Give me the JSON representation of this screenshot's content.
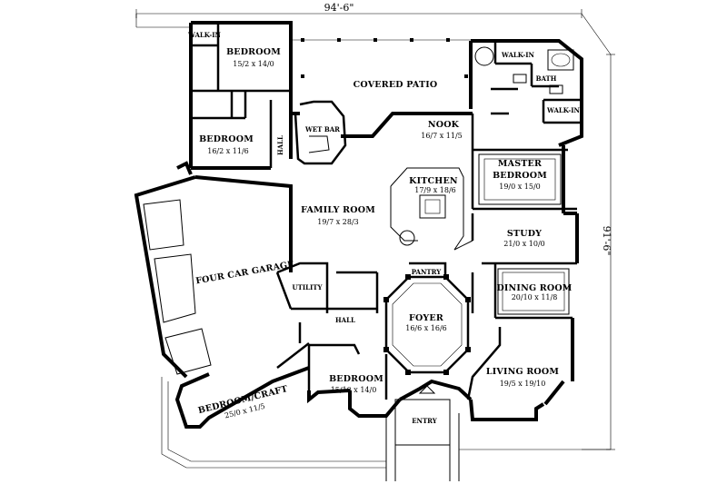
{
  "dimensions": {
    "overall_width": "94'-6\"",
    "overall_depth": "91'-6\""
  },
  "rooms": {
    "bedroom_top": {
      "name": "BEDROOM",
      "size": "15/2  x 14/0"
    },
    "walk_in_top_left": {
      "name": "WALK-IN"
    },
    "bedroom_left": {
      "name": "BEDROOM",
      "size": "16/2  x 11/6"
    },
    "hall_left": {
      "name": "HALL"
    },
    "covered_patio": {
      "name": "COVERED PATIO"
    },
    "wet_bar": {
      "name": "WET BAR"
    },
    "nook": {
      "name": "NOOK",
      "size": "16/7  x 11/5"
    },
    "walk_in_master_top": {
      "name": "WALK-IN"
    },
    "bath": {
      "name": "BATH"
    },
    "walk_in_master_side": {
      "name": "WALK-IN"
    },
    "master_bedroom": {
      "name_line1": "MASTER",
      "name_line2": "BEDROOM",
      "size": "19/0  x 15/0"
    },
    "kitchen": {
      "name": "KITCHEN",
      "size": "17/9  x 18/6"
    },
    "family_room": {
      "name": "FAMILY ROOM",
      "size": "19/7  x 28/3"
    },
    "study": {
      "name": "STUDY",
      "size": "21/0  x 10/0"
    },
    "four_car_garage": {
      "name": "FOUR CAR GARAGE"
    },
    "utility": {
      "name": "UTILITY"
    },
    "pantry": {
      "name": "PANTRY"
    },
    "dining_room": {
      "name": "DINING ROOM",
      "size": "20/10  x 11/8"
    },
    "hall_center": {
      "name": "HALL"
    },
    "foyer": {
      "name": "FOYER",
      "size": "16/6  x 16/6"
    },
    "bedroom_bottom": {
      "name": "BEDROOM",
      "size": "15/10  x 14/0"
    },
    "living_room": {
      "name": "LIVING ROOM",
      "size": "19/5  x 19/10"
    },
    "bedroom_craft": {
      "name": "BEDROOM/CRAFT",
      "size": "25/0  x 11/5"
    },
    "entry": {
      "name": "ENTRY"
    }
  }
}
